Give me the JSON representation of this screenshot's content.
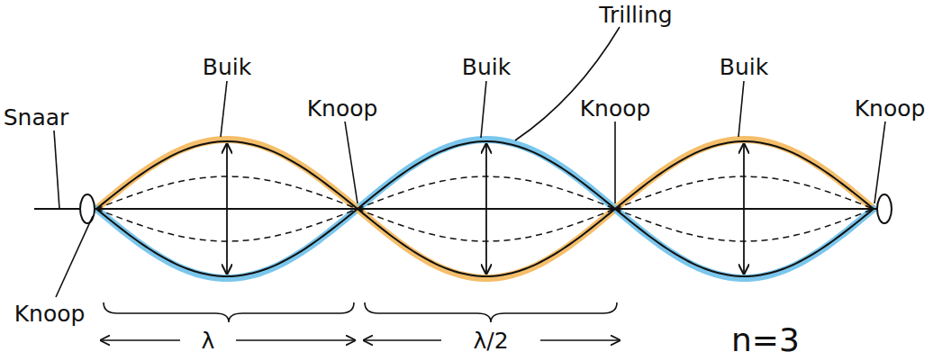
{
  "diagram": {
    "labels": [
      "Trilling",
      "Buik",
      "Buik",
      "Buik",
      "Knoop",
      "Knoop",
      "Knoop",
      "Snaar",
      "Knoop",
      "λ",
      "λ/2",
      "n=3"
    ]
  }
}
